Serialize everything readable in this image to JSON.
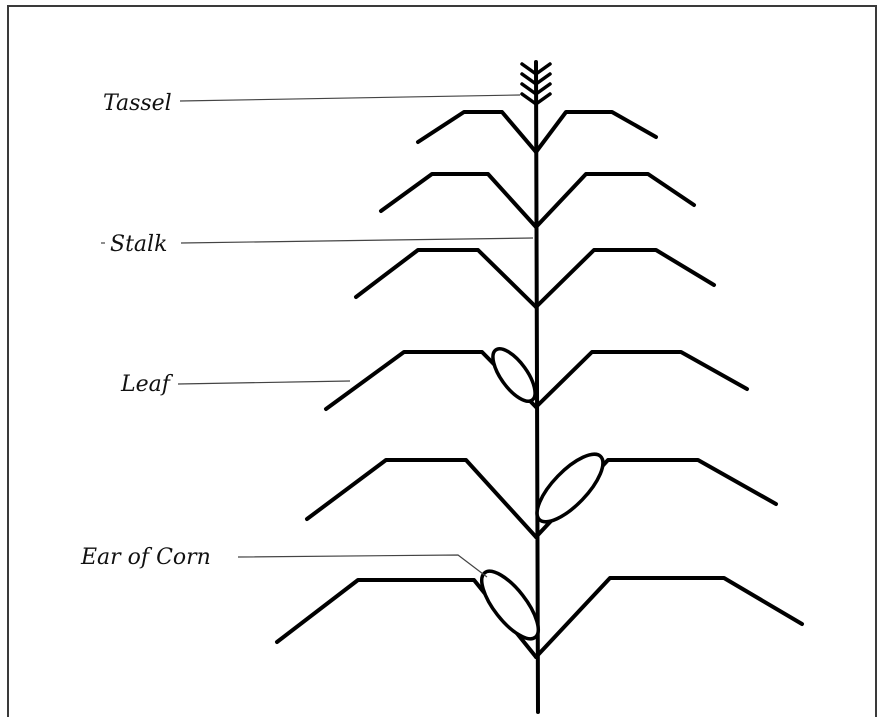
{
  "labels": {
    "tassel": "Tassel",
    "stalk": "Stalk",
    "leaf": "Leaf",
    "ear": "Ear of Corn"
  },
  "colors": {
    "line": "#000000",
    "frame": "#3a3a3a",
    "background": "#ffffff"
  }
}
